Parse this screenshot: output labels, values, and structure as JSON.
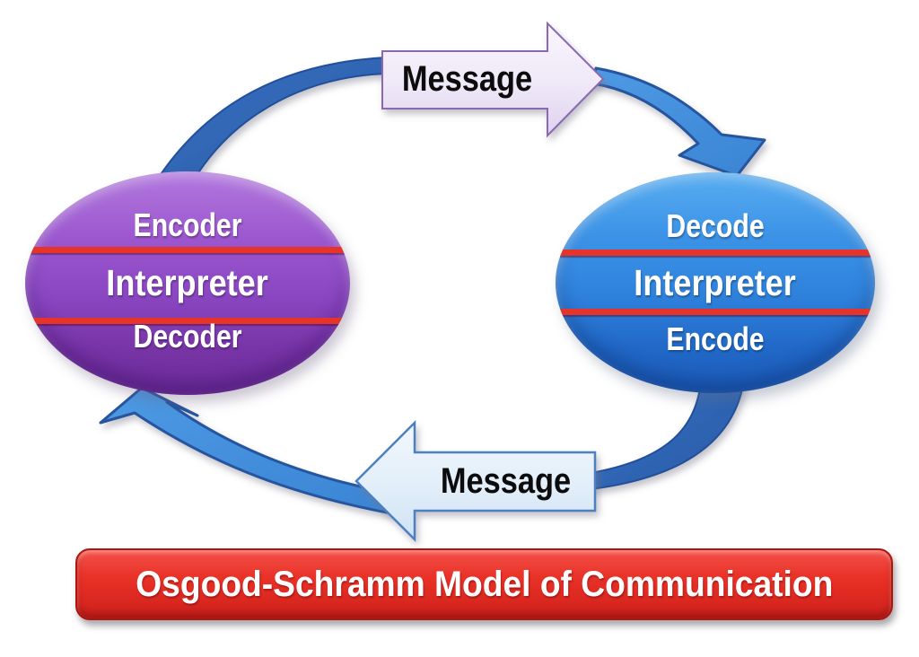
{
  "diagram": {
    "title": "Osgood-Schramm Model of Communication"
  },
  "left_node": {
    "role": "participant-1",
    "rows": [
      {
        "label": "Encoder"
      },
      {
        "label": "Interpreter"
      },
      {
        "label": "Decoder"
      }
    ]
  },
  "right_node": {
    "role": "participant-2",
    "rows": [
      {
        "label": "Decode"
      },
      {
        "label": "Interpreter"
      },
      {
        "label": "Encode"
      }
    ]
  },
  "arrows": {
    "top": {
      "label": "Message",
      "direction": "right"
    },
    "bottom": {
      "label": "Message",
      "direction": "left"
    }
  },
  "colors": {
    "left_node_fill": "#8a47c2",
    "right_node_fill": "#2f82dc",
    "divider_red": "#e7342b",
    "flow_dark_blue": "#2d63b0",
    "flow_light_blue": "#3f8cdb",
    "top_arrow_fill": "#efe8f8",
    "top_arrow_border": "#8a68b2",
    "bottom_arrow_fill": "#e2eef9",
    "bottom_arrow_border": "#4d80c0",
    "banner_red": "#e02b22",
    "label_text": "#ffffff",
    "message_text": "#0c0c0c"
  }
}
